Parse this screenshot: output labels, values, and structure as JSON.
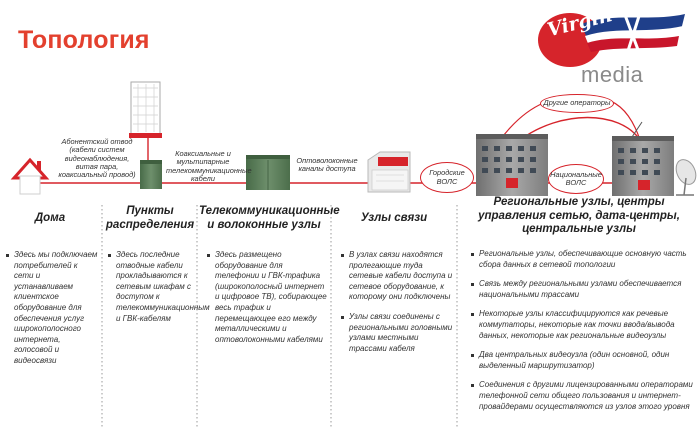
{
  "page": {
    "title": "Топология"
  },
  "logo": {
    "script_text": "Virgin",
    "media_text": "media"
  },
  "network": {
    "cable_labels": [
      "Абонентский отвод (кабели систем видеонаблюдения, витая пара, коаксиальный провод)",
      "Коаксиальные и мультипарные телекоммуникационные кабели",
      "Оптоволоконные каналы доступа"
    ],
    "bubbles": [
      "Городские ВОЛС",
      "Национальные ВОЛС",
      "Другие операторы"
    ]
  },
  "columns": [
    {
      "title": "Дома",
      "items": [
        "Здесь мы подключаем потребителей к сети и устанавливаем клиентское оборудование для обеспечения услуг широкополосного интернета, голосовой и видеосвязи"
      ]
    },
    {
      "title": "Пункты распределения",
      "items": [
        "Здесь последние отводные кабели прокладываются к сетевым шкафам с доступом к телекоммуникационным и ГВК-кабелям"
      ]
    },
    {
      "title": "Телекоммуникационные и волоконные узлы",
      "items": [
        "Здесь размещено оборудование для телефонии и ГВК-трафика (широкополосный интернет и цифровое ТВ), собирающее весь трафик и перемещающее его между металлическими и оптоволоконными кабелями"
      ]
    },
    {
      "title": "Узлы связи",
      "items": [
        "В узлах связи находятся пролегающие туда сетевые кабели доступа и сетевое оборудование, к которому они подключены",
        "Узлы связи соединены с региональными головными узлами местными трассами кабеля"
      ]
    },
    {
      "title": "Региональные узлы, центры управления сетью, дата-центры, центральные узлы",
      "items": [
        "Региональные узлы, обеспечивающие основную часть сбора данных в сетевой топологии",
        "Связь между региональными узлами обеспечивается национальными трассами",
        "Некоторые узлы классифицируются как речевые коммутаторы, некоторые как точки ввода/вывода данных, некоторые как региональные видеоузлы",
        "Два центральных видеоузла (один основной, один выделенный маршрутизатор)",
        "Соединения с другими лицензированными операторами телефонной сети общего пользования и интернет-провайдерами осуществляются из узлов этого уровня"
      ]
    }
  ],
  "colors": {
    "accent": "#d6242b",
    "title": "#e3402e",
    "cabinet": "#567a55",
    "building": "#8f8f8f"
  }
}
